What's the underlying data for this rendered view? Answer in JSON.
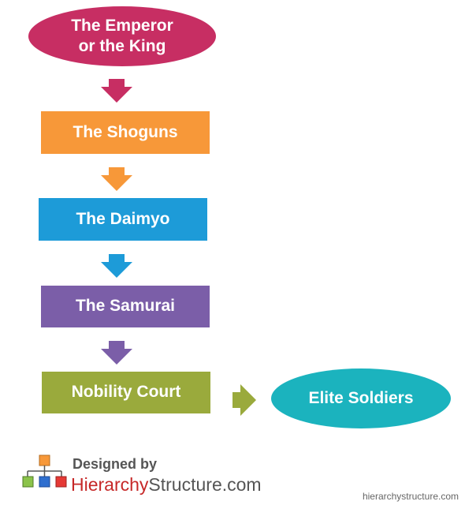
{
  "diagram": {
    "nodes": [
      {
        "id": "emperor",
        "label_line1": "The Emperor",
        "label_line2": "or the King",
        "color": "#c72e63"
      },
      {
        "id": "shoguns",
        "label": "The Shoguns",
        "color": "#f79839"
      },
      {
        "id": "daimyo",
        "label": "The Daimyo",
        "color": "#1d9bd8"
      },
      {
        "id": "samurai",
        "label": "The Samurai",
        "color": "#7b5ea8"
      },
      {
        "id": "nobility",
        "label": "Nobility Court",
        "color": "#9aaa3c"
      },
      {
        "id": "elite",
        "label": "Elite Soldiers",
        "color": "#1bb3be"
      }
    ],
    "arrow_colors": [
      "#c72e63",
      "#f79839",
      "#1d9bd8",
      "#7b5ea8",
      "#9aaa3c"
    ]
  },
  "branding": {
    "designed_by": "Designed by",
    "brand_part1": "Hierarchy",
    "brand_part2": "Structure",
    "brand_suffix": ".com",
    "brand_color_red": "#c62828",
    "watermark": "hierarchystructure.com",
    "logo_colors": [
      "#f79839",
      "#8bc34a",
      "#2f6fcf",
      "#e53935"
    ]
  }
}
